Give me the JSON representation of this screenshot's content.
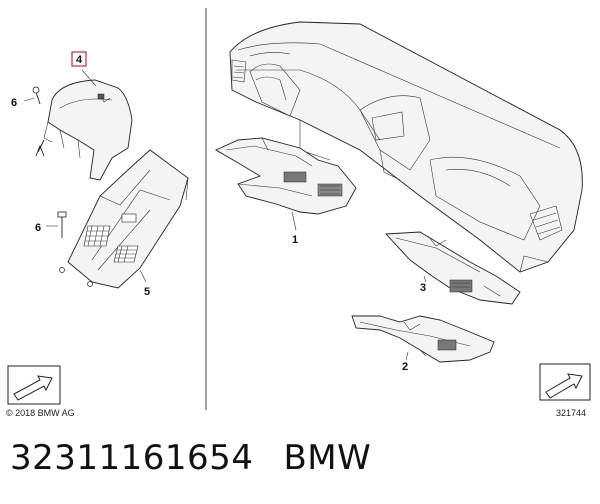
{
  "callouts": {
    "part1": "1",
    "part2": "2",
    "part3": "3",
    "part4": "4",
    "part5": "5",
    "part6a": "6",
    "part6b": "6"
  },
  "copyright": "© 2018 BMW AG",
  "diagram_id": "321744",
  "caption": {
    "part_number": "32311161654",
    "brand": "BMW"
  },
  "colors": {
    "highlight": "#d9243a"
  }
}
